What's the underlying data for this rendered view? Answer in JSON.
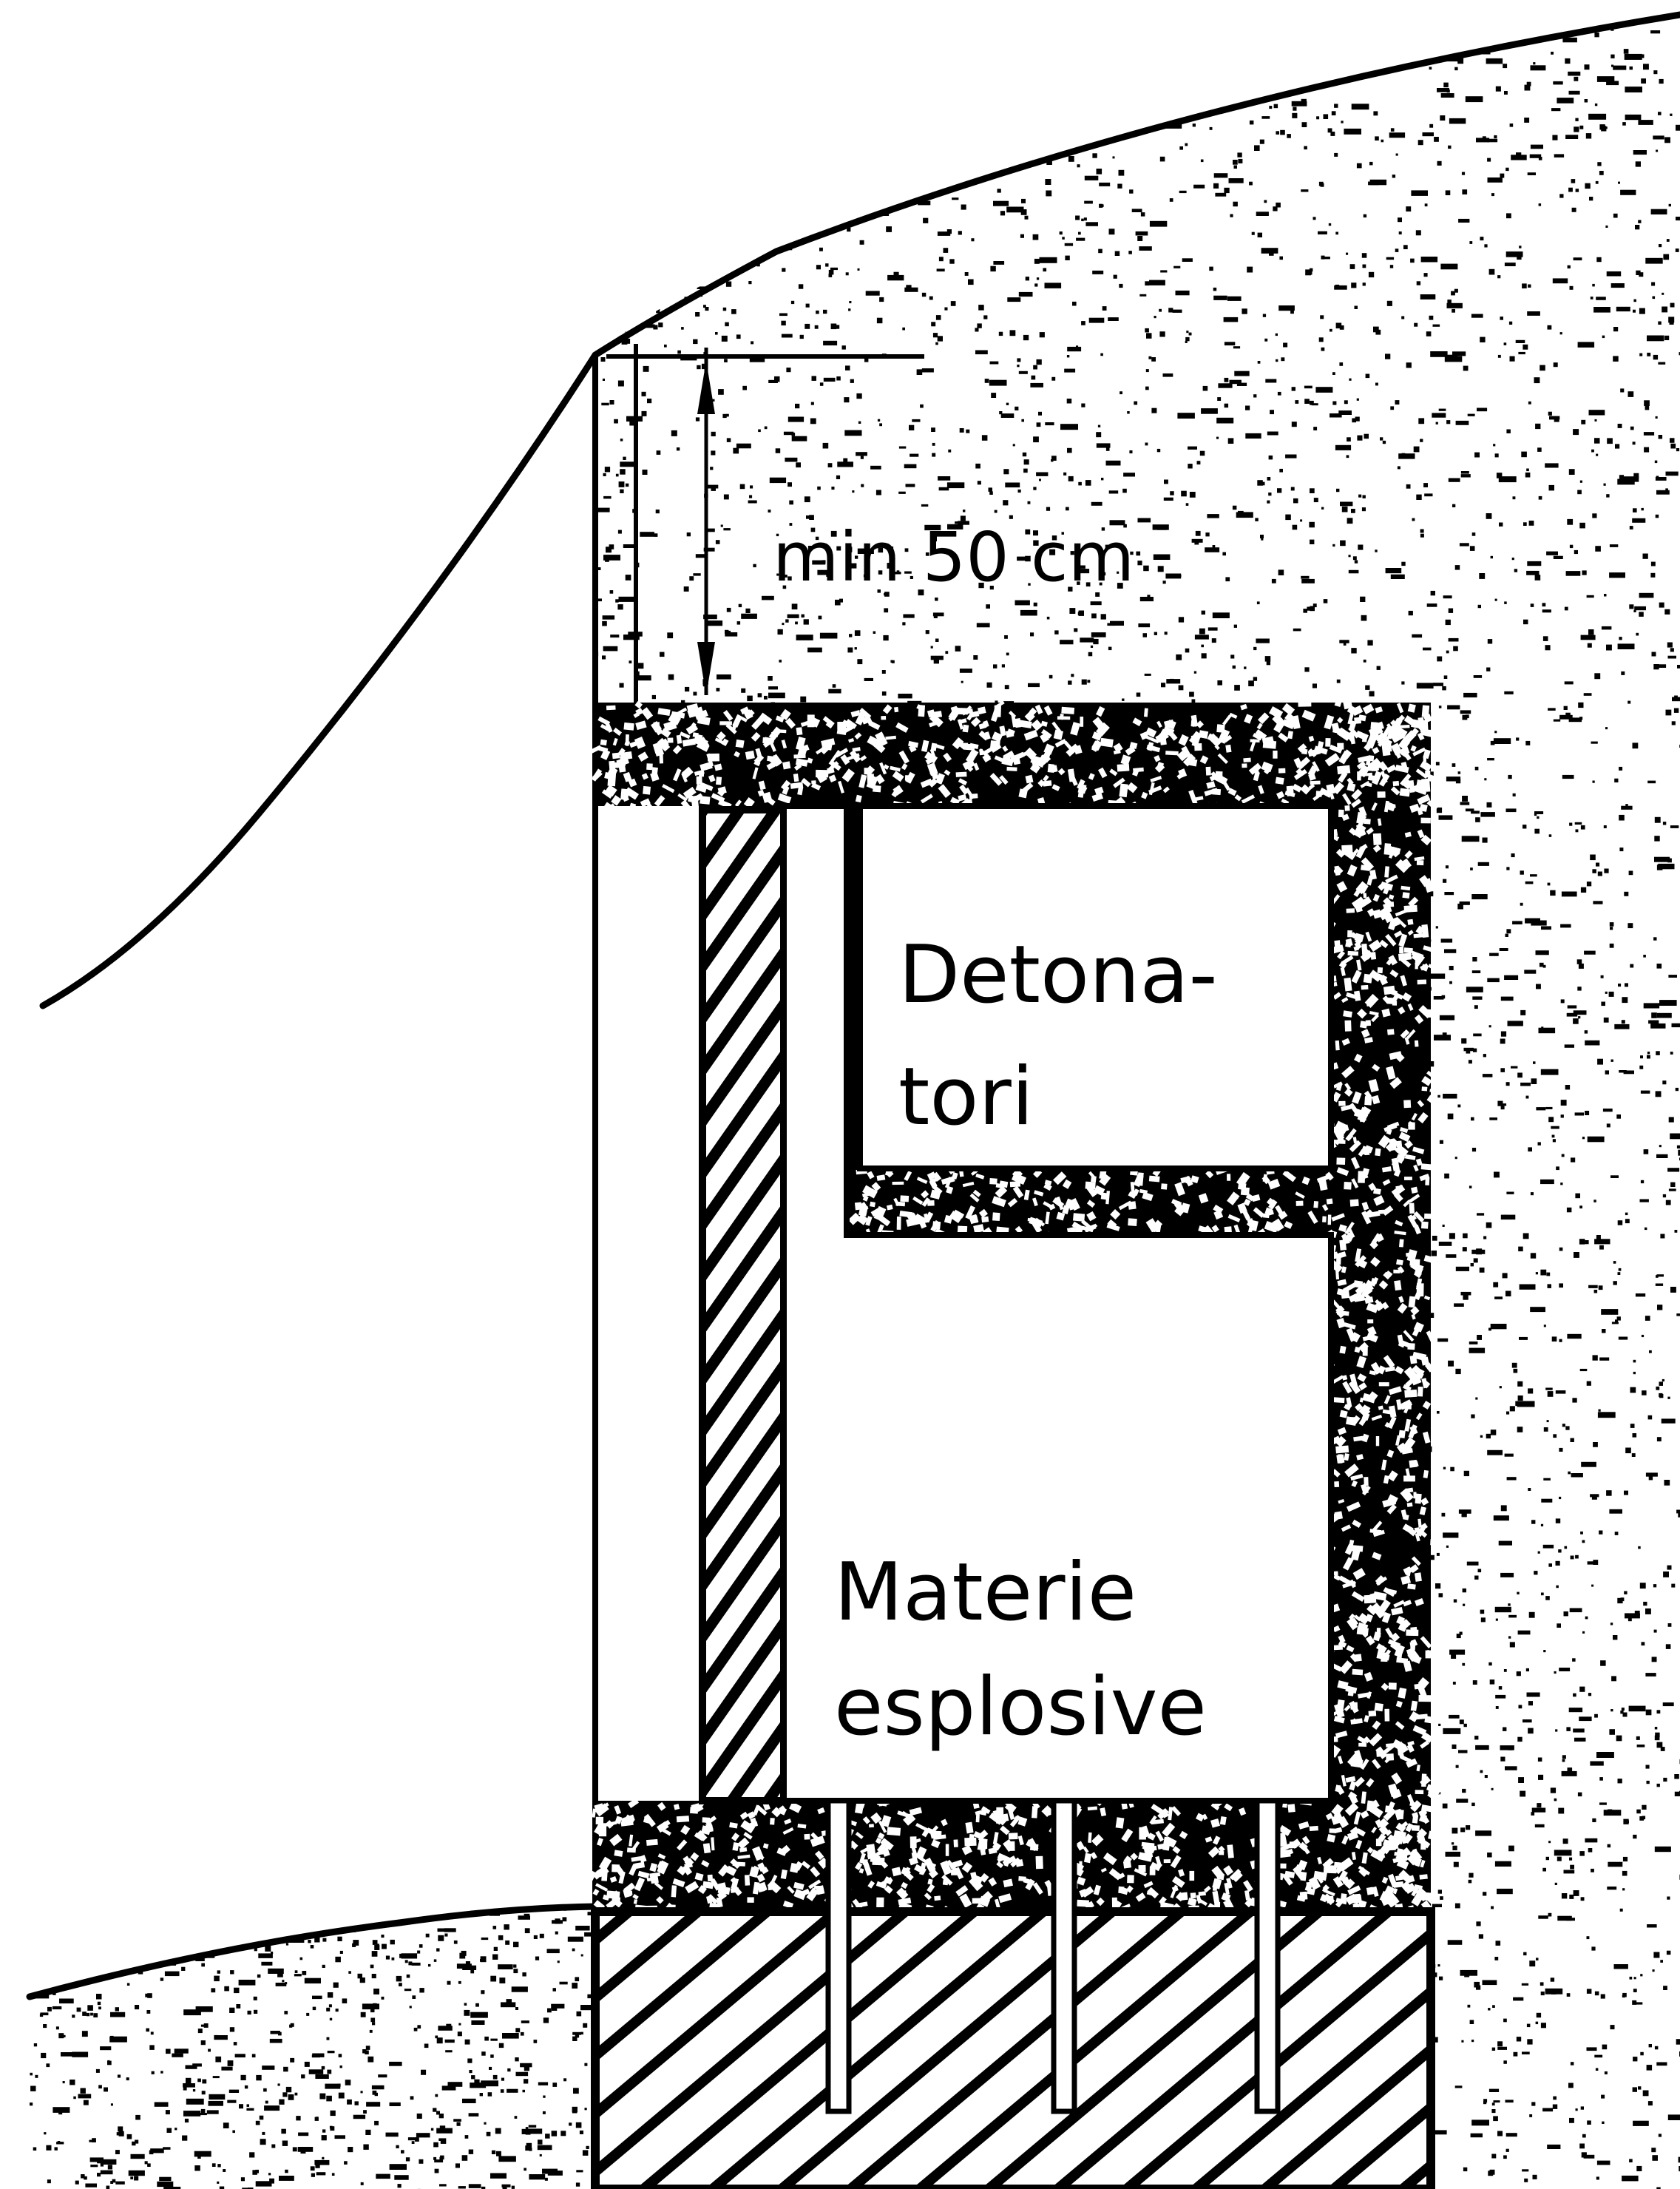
{
  "diagram": {
    "dimension_label": "min  50 cm",
    "detonators_label_line1": "Detona-",
    "detonators_label_line2": "tori",
    "explosives_label_line1": "Materie",
    "explosives_label_line2": "esplosive"
  },
  "colors": {
    "ink": "#000000",
    "paper": "#ffffff"
  }
}
